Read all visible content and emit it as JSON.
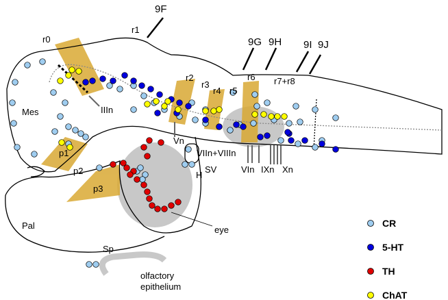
{
  "labels": {
    "r0": "r0",
    "r1": "r1",
    "r2": "r2",
    "r3": "r3",
    "r4": "r4",
    "r5": "r5",
    "r6": "r6",
    "r78": "r7+r8",
    "mes": "Mes",
    "p1": "p1",
    "p2": "p2",
    "p3": "p3",
    "pal": "Pal",
    "sp": "Sp",
    "iiin": "IIIn",
    "vn": "Vn",
    "viin": "VIIn+VIIIn",
    "sv": "SV",
    "h": "H",
    "vin": "VIn",
    "ixn": "IXn",
    "xn": "Xn",
    "eye": "eye",
    "olf1": "olfactory",
    "olf2": "epithelium"
  },
  "panels": {
    "p9f": "9F",
    "p9g": "9G",
    "p9h": "9H",
    "p9i": "9I",
    "p9j": "9J"
  },
  "legend": [
    {
      "label": "CR",
      "color": "#9fcdf0"
    },
    {
      "label": "5-HT",
      "color": "#0000dd"
    },
    {
      "label": "TH",
      "color": "#e00000"
    },
    {
      "label": "ChAT",
      "color": "#ffff00"
    }
  ],
  "colors": {
    "band": "#d9a934",
    "gray": "#c8c8c8"
  }
}
